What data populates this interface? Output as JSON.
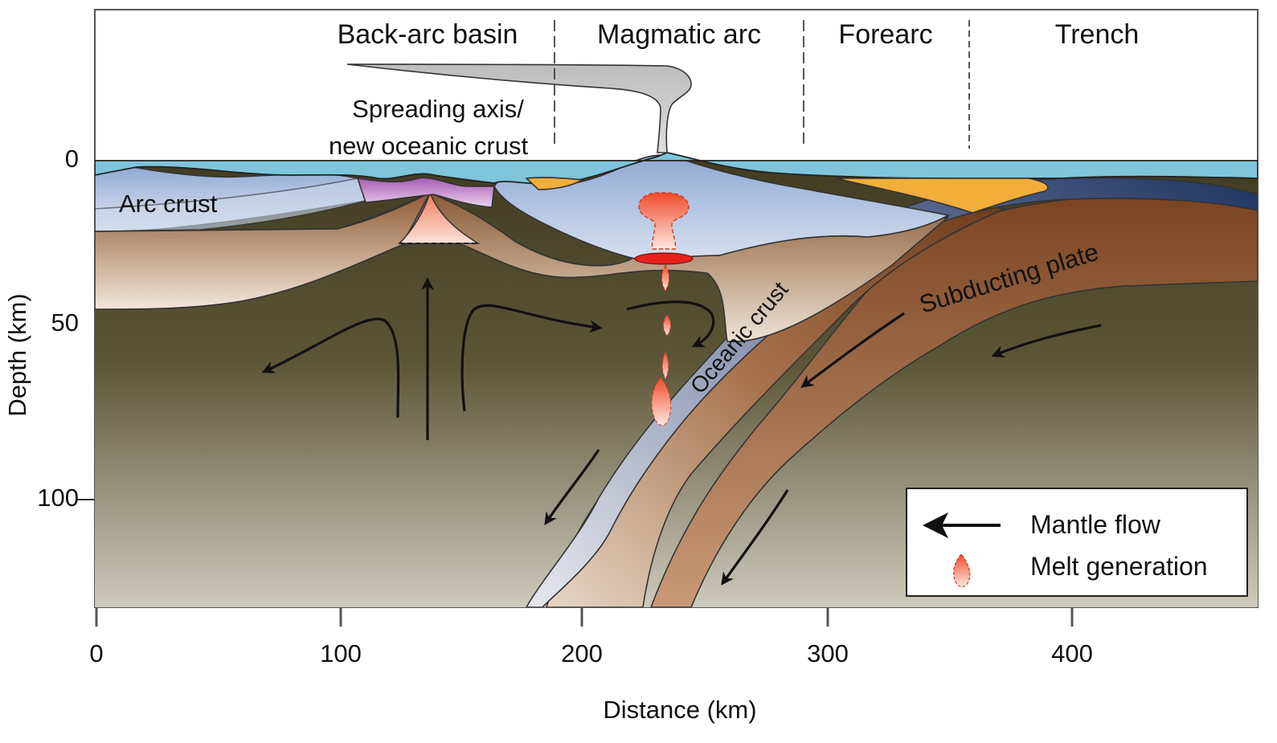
{
  "zones": {
    "back_arc_basin": "Back-arc basin",
    "magmatic_arc": "Magmatic arc",
    "forearc": "Forearc",
    "trench": "Trench"
  },
  "labels": {
    "spreading_line1": "Spreading axis/",
    "spreading_line2": "new oceanic crust",
    "arc_crust": "Arc crust",
    "oceanic_crust": "Oceanic crust",
    "subducting_plate": "Subducting plate"
  },
  "axes": {
    "x_title": "Distance (km)",
    "y_title": "Depth (km)",
    "x_ticks": [
      "0",
      "100",
      "200",
      "300",
      "400"
    ],
    "y_ticks": [
      "0",
      "50",
      "100"
    ]
  },
  "legend": {
    "mantle_flow": "Mantle flow",
    "melt_generation": "Melt generation"
  },
  "icons": {
    "mantle_flow": "arrow-left-icon",
    "melt_generation": "melt-droplet-icon"
  },
  "colors": {
    "water": "#7ec4da",
    "arc_crust": "#a9c0de",
    "mantle": "#4f4a31",
    "lithosphere": "#8a5a34",
    "oceanic_crust": "#2f4670",
    "sediment": "#f2ae3b",
    "new_crust": "#c482c8",
    "melt": "#f2593b",
    "plume": "#cfcfcf"
  }
}
